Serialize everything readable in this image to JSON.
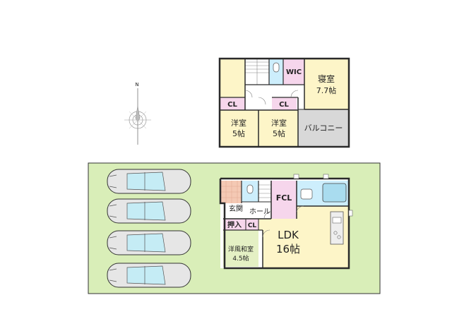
{
  "compass": {
    "north_label": "N"
  },
  "second_floor": {
    "wic": "WIC",
    "bedroom_name": "寝室",
    "bedroom_size": "7.7帖",
    "cl_left": "CL",
    "cl_right": "CL",
    "room_left_name": "洋室",
    "room_left_size": "5帖",
    "room_right_name": "洋室",
    "room_right_size": "5帖",
    "balcony": "バルコニー"
  },
  "first_floor": {
    "fcl": "FCL",
    "entrance": "玄関",
    "hall": "ホール",
    "oshiire": "押入",
    "cl": "CL",
    "ldk_name": "LDK",
    "ldk_size": "16帖",
    "japanese_room_name": "洋風和室",
    "japanese_room_size": "4.5帖"
  },
  "colors": {
    "lot_green": "#d9eeb8",
    "room_yellow": "#fdf5c8",
    "closet_pink": "#f6d6ec",
    "wet_blue": "#cdeefc",
    "balcony_gray": "#d8d8d8",
    "tatami_green": "#e4f0c4",
    "entrance_tile": "#f4c9b4",
    "wall": "#2a2a2a"
  }
}
